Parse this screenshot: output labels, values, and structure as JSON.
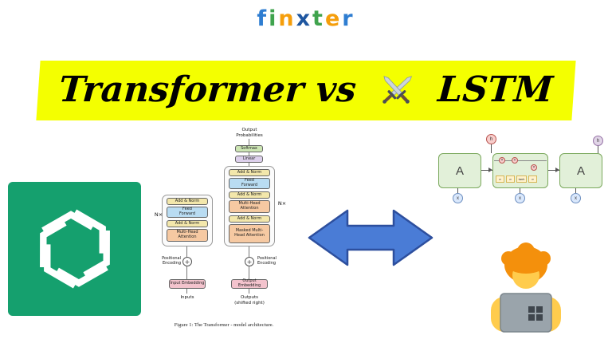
{
  "logo": {
    "name": "finxter",
    "letters": [
      {
        "ch": "f",
        "color": "#2e7dd1"
      },
      {
        "ch": "i",
        "color": "#3fa34d"
      },
      {
        "ch": "n",
        "color": "#f59e0b"
      },
      {
        "ch": "x",
        "color": "#1e56a0"
      },
      {
        "ch": "t",
        "color": "#3fa34d"
      },
      {
        "ch": "e",
        "color": "#f59e0b"
      },
      {
        "ch": "r",
        "color": "#2e7dd1"
      }
    ]
  },
  "title": {
    "left": "Transformer vs",
    "right": "LSTM",
    "highlight_color": "#f4ff00",
    "swords_icon": "crossed-swords"
  },
  "openai": {
    "brand_color": "#15a06e",
    "logo_icon": "openai-knot"
  },
  "transformer": {
    "output_probabilities": "Output Probabilities",
    "softmax": "Softmax",
    "linear": "Linear",
    "add_norm": "Add & Norm",
    "feed_forward": "Feed Forward",
    "multi_head_attention": "Multi-Head Attention",
    "masked_multi_head_attention": "Masked Multi-Head Attention",
    "nx": "N×",
    "positional_encoding": "Positional Encoding",
    "input_embedding": "Input Embedding",
    "output_embedding": "Output Embedding",
    "inputs": "Inputs",
    "outputs_line1": "Outputs",
    "outputs_line2": "(shifted right)",
    "plus_symbol": "+",
    "caption": "Figure 1: The Transformer - model architecture."
  },
  "lstm": {
    "cell_label": "A",
    "hidden_label": "h",
    "input_label": "x",
    "gates": [
      "σ",
      "σ",
      "tanh",
      "σ"
    ],
    "ops": [
      "×",
      "+",
      "×"
    ]
  },
  "arrow": {
    "color": "#4a7cd6",
    "border_color": "#2d4f9e",
    "direction": "double-headed-horizontal"
  },
  "person": {
    "icon": "technologist-at-laptop"
  }
}
